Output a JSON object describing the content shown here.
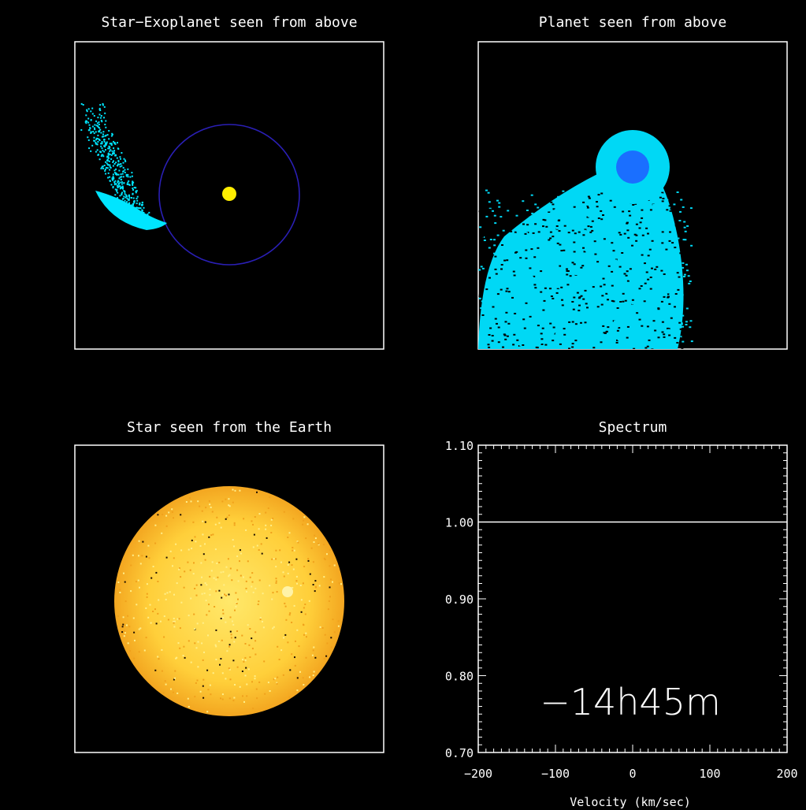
{
  "panels": {
    "top_left": {
      "title": "Star−Exoplanet seen from above"
    },
    "top_right": {
      "title": "Planet seen from above"
    },
    "bottom_left": {
      "title": "Star seen from the Earth"
    }
  },
  "colors": {
    "background": "#000000",
    "frame": "#ffffff",
    "star": "#ffee00",
    "orbit": "#2a1fb5",
    "tail": "#00e5ff",
    "planet_core": "#1a6fff",
    "sun_light": "#ffe45a",
    "sun_dark": "#f2a21a",
    "spectrum_line": "#ffffff"
  },
  "chart_data": {
    "type": "line",
    "title": "Spectrum",
    "xlabel": "Velocity (km/sec)",
    "ylabel": "",
    "xlim": [
      -200,
      200
    ],
    "ylim": [
      0.7,
      1.1
    ],
    "x_ticks": [
      "−200",
      "−100",
      "0",
      "100",
      "200"
    ],
    "x_tick_values": [
      -200,
      -100,
      0,
      100,
      200
    ],
    "y_ticks": [
      "0.70",
      "0.80",
      "0.90",
      "1.00",
      "1.10"
    ],
    "y_tick_values": [
      0.7,
      0.8,
      0.9,
      1.0,
      1.1
    ],
    "series": [
      {
        "x": [
          -200,
          200
        ],
        "y": [
          1.0,
          1.0
        ]
      }
    ],
    "annotation": "−14h45m"
  }
}
